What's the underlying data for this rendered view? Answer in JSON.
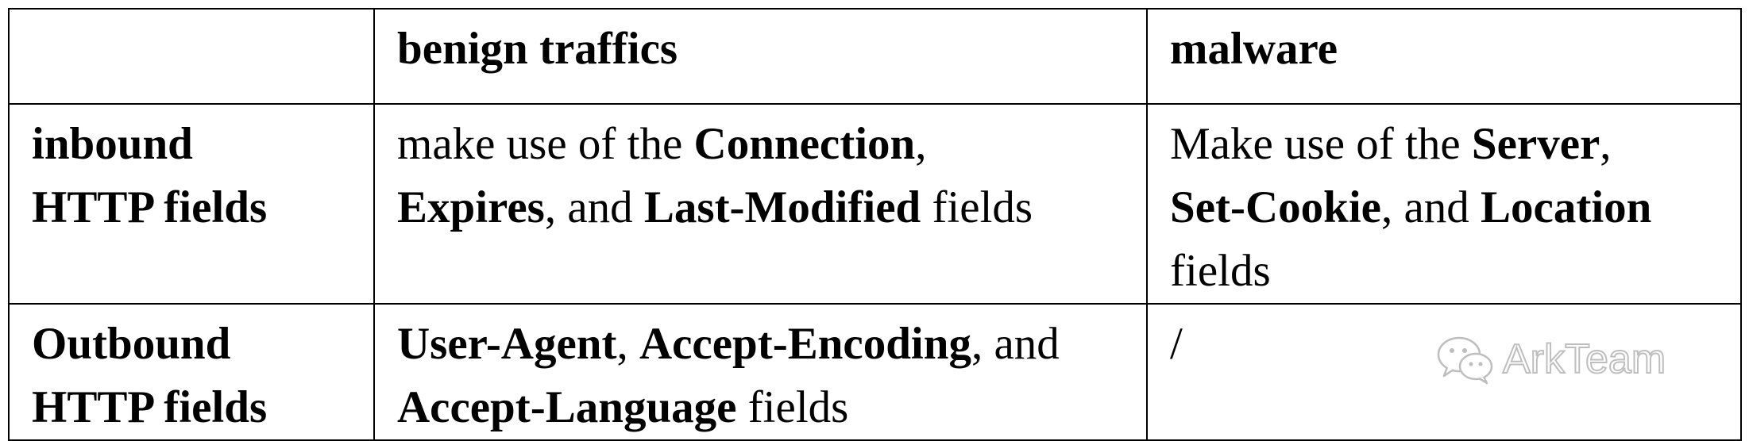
{
  "table": {
    "header": {
      "col1": "",
      "col2": "benign traffics",
      "col3": "malware"
    },
    "rows": [
      {
        "label_line1": "inbound",
        "label_line2": "HTTP fields",
        "benign": {
          "pre": "make use of the ",
          "field1": "Connection",
          "sep1": ",",
          "field2": "Expires",
          "sep2": ", and ",
          "field3": "Last-Modified",
          "post": " fields"
        },
        "malware": {
          "pre": "Make use of the ",
          "field1": "Server",
          "sep1": ",",
          "field2": "Set-Cookie",
          "sep2": ", and ",
          "field3": "Location",
          "post": "fields"
        }
      },
      {
        "label_line1": "Outbound",
        "label_line2": "HTTP fields",
        "benign": {
          "field1": "User-Agent",
          "sep1": ", ",
          "field2": "Accept-Encoding",
          "sep2": ", and",
          "field3": "Accept-Language",
          "post": " fields"
        },
        "malware": {
          "text": "/"
        }
      }
    ]
  },
  "watermark": {
    "text": "ArkTeam",
    "icon": "wechat-icon"
  }
}
